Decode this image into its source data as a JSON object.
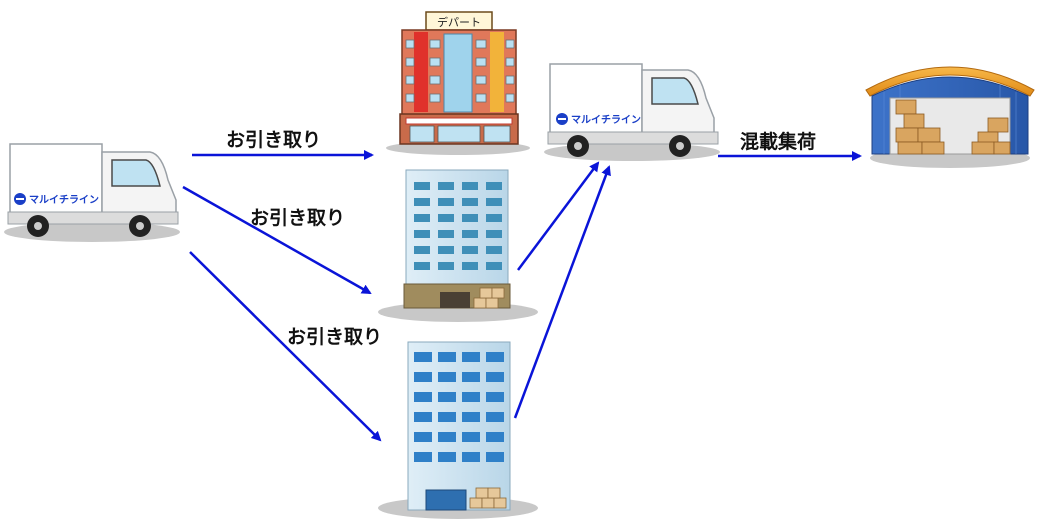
{
  "truck": {
    "brand": "マルイチライン"
  },
  "department_store": {
    "sign": "デパート"
  },
  "labels": {
    "pickup_1": "お引き取り",
    "pickup_2": "お引き取り",
    "pickup_3": "お引き取り",
    "consolidation": "混載集荷"
  },
  "colors": {
    "arrow": "#0a14d8",
    "brand": "#1a3fc7"
  },
  "icons": [
    "truck-icon",
    "department-store-icon",
    "office-building-icon",
    "warehouse-icon",
    "box-icon"
  ]
}
